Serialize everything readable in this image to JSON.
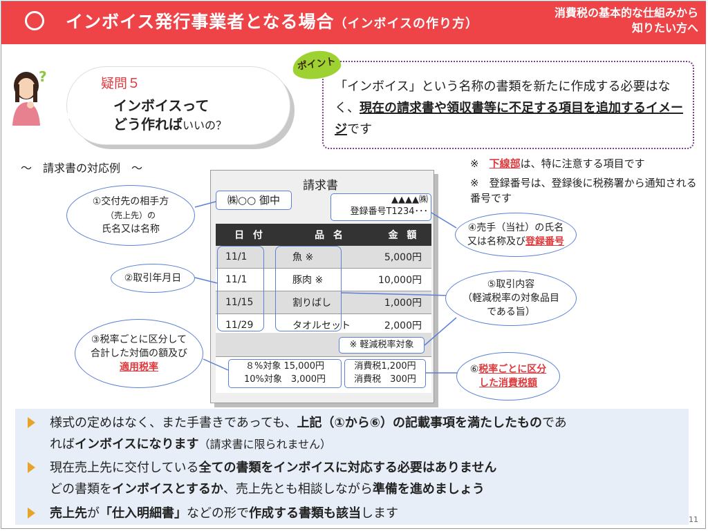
{
  "header": {
    "title_main": "インボイス発行事業者となる場合",
    "title_sub": "（インボイスの作り方）",
    "right_line1": "消費税の基本的な仕組みから",
    "right_line2": "知りたい方へ"
  },
  "question": {
    "label": "疑問５",
    "line1": "インボイスって",
    "line2_bold": "どう作れば",
    "line2_rest": "いいの？"
  },
  "point": {
    "badge": "ポイント",
    "text_plain1": "「インボイス」という名称の書類を新たに作成する必要はなく、",
    "text_bold": "現在の請求書や領収書等に不足する項目を追加するイメージ",
    "text_plain2": "です"
  },
  "example_title": "～　請求書の対応例　～",
  "notes": {
    "note1_prefix": "※　",
    "note1_red": "下線部",
    "note1_rest": "は、特に注意する項目です",
    "note2": "※　登録番号は、登録後に税務署から通知される番号です"
  },
  "invoice": {
    "title": "請求書",
    "recipient": "㈱○○ 御中",
    "seller_name": "▲▲▲▲㈱",
    "seller_reg": "登録番号T1234･･･",
    "headers": [
      "日 付",
      "品 名",
      "金 額"
    ],
    "rows": [
      {
        "date": "11/1",
        "item": "魚 ※",
        "amount": "5,000円"
      },
      {
        "date": "11/1",
        "item": "豚肉 ※",
        "amount": "10,000円"
      },
      {
        "date": "11/15",
        "item": "割りばし",
        "amount": "1,000円"
      },
      {
        "date": "11/29",
        "item": "タオルセット",
        "amount": "2,000円"
      }
    ],
    "reduced_note": "※ 軽減税率対象",
    "tax_left_1": "８%対象 15,000円",
    "tax_left_2": "10%対象　3,000円",
    "tax_right_1": "消費税1,200円",
    "tax_right_2": "消費税　300円"
  },
  "callouts": {
    "c1_line1": "①交付先の相手方",
    "c1_small": "（売上先）の",
    "c1_line3": "氏名又は名称",
    "c2": "②取引年月日",
    "c3_line1": "③税率ごとに区分して",
    "c3_line2": "合計した対価の額及び",
    "c3_red": "適用税率",
    "c4_line1": "④売手（当社）の氏名",
    "c4_line2": "又は名称及び",
    "c4_red": "登録番号",
    "c5_line1": "⑤取引内容",
    "c5_line2": "（軽減税率の対象品目",
    "c5_line3": "である旨）",
    "c6_prefix": "⑥",
    "c6_red1": "税率ごとに区分",
    "c6_red2": "した消費税額"
  },
  "bullets": {
    "b1_a": "様式の定めはなく、また手書きであっても、",
    "b1_b": "上記（①から⑥）の記載事項を満たしたもの",
    "b1_c": "であ",
    "b1_d": "れば",
    "b1_e": "インボイスになります",
    "b1_f": "（請求書に限られません）",
    "b2_a": "現在売上先に交付している",
    "b2_b": "全ての書類をインボイスに対応する必要はありません",
    "b2_c": "どの書類を",
    "b2_d": "インボイスとするか",
    "b2_e": "、売上先とも相談しながら",
    "b2_f": "準備を進めましょう",
    "b3_a": "売上先",
    "b3_b": "が",
    "b3_c": "「仕入明細書」",
    "b3_d": "などの形で",
    "b3_e": "作成する書類も該当",
    "b3_f": "します"
  },
  "page_number": "11",
  "colors": {
    "header_red": "#ee4448",
    "accent_red": "#e0393d",
    "callout_blue": "#5b7fd6",
    "panel_bg": "#e8eef7",
    "bullet_orange": "#e8a32a",
    "point_purple": "#7b3d8d",
    "badge_green": "#9ed233"
  }
}
